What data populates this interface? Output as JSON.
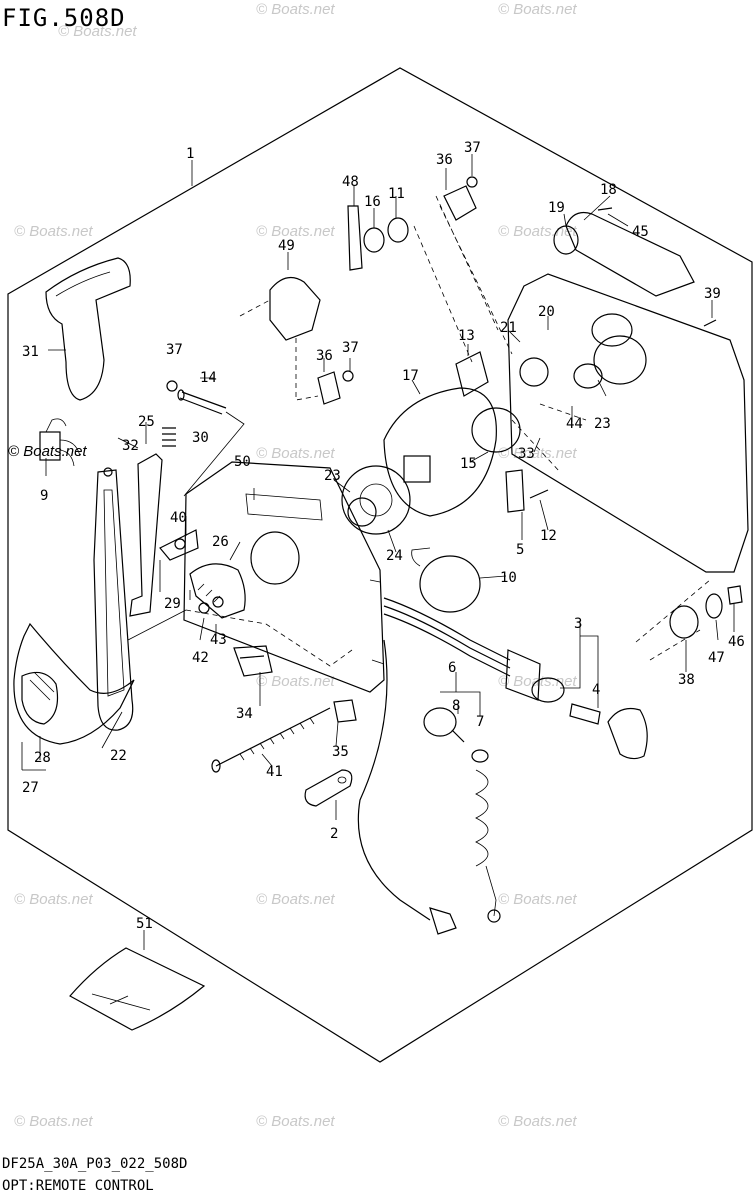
{
  "figure": {
    "title": "FIG.508D",
    "code": "DF25A_30A_P03_022_508D",
    "subtitle": "OPT:REMOTE CONTROL"
  },
  "watermark": {
    "text": "© Boats.net"
  },
  "callouts": [
    "1",
    "2",
    "3",
    "4",
    "5",
    "6",
    "7",
    "8",
    "9",
    "10",
    "11",
    "12",
    "13",
    "14",
    "15",
    "16",
    "17",
    "18",
    "19",
    "20",
    "21",
    "22",
    "23",
    "23",
    "24",
    "25",
    "26",
    "27",
    "28",
    "29",
    "30",
    "31",
    "32",
    "33",
    "34",
    "35",
    "36",
    "36",
    "37",
    "37",
    "37",
    "38",
    "39",
    "40",
    "41",
    "42",
    "43",
    "44",
    "45",
    "46",
    "47",
    "48",
    "49",
    "50",
    "51"
  ]
}
